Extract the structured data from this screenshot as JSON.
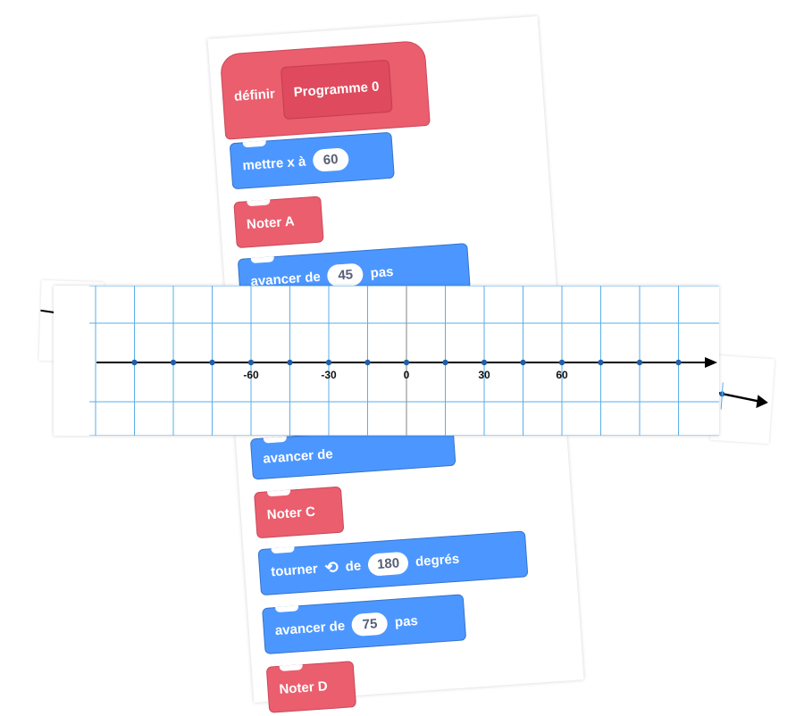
{
  "script": {
    "define_label": "définir",
    "define_name": "Programme 0",
    "blocks": [
      {
        "type": "motion",
        "text": "mettre x à",
        "value": "60"
      },
      {
        "type": "event",
        "text": "Noter A"
      },
      {
        "type": "motion",
        "text": "avancer de",
        "value": "45",
        "suffix": "pas"
      },
      {
        "type": "motion",
        "text": "avancer de"
      },
      {
        "type": "event",
        "text": "Noter C"
      },
      {
        "type": "motion",
        "text": "tourner",
        "icon": "rotate-left-icon",
        "mid": "de",
        "value": "180",
        "suffix": "degrés"
      },
      {
        "type": "motion",
        "text": "avancer de",
        "value": "75",
        "suffix": "pas"
      },
      {
        "type": "event",
        "text": "Noter D"
      }
    ]
  },
  "number_line": {
    "tick_labels": [
      "-60",
      "-30",
      "0",
      "30",
      "60"
    ],
    "tick_values": [
      -60,
      -30,
      0,
      30,
      60
    ],
    "unit_per_tick": 15,
    "grid_color": "#5aaee8",
    "axis_color": "#000000",
    "dot_color": "#1f5fa8"
  },
  "colors": {
    "motion": "#4c97ff",
    "event": "#ea5e6e"
  }
}
